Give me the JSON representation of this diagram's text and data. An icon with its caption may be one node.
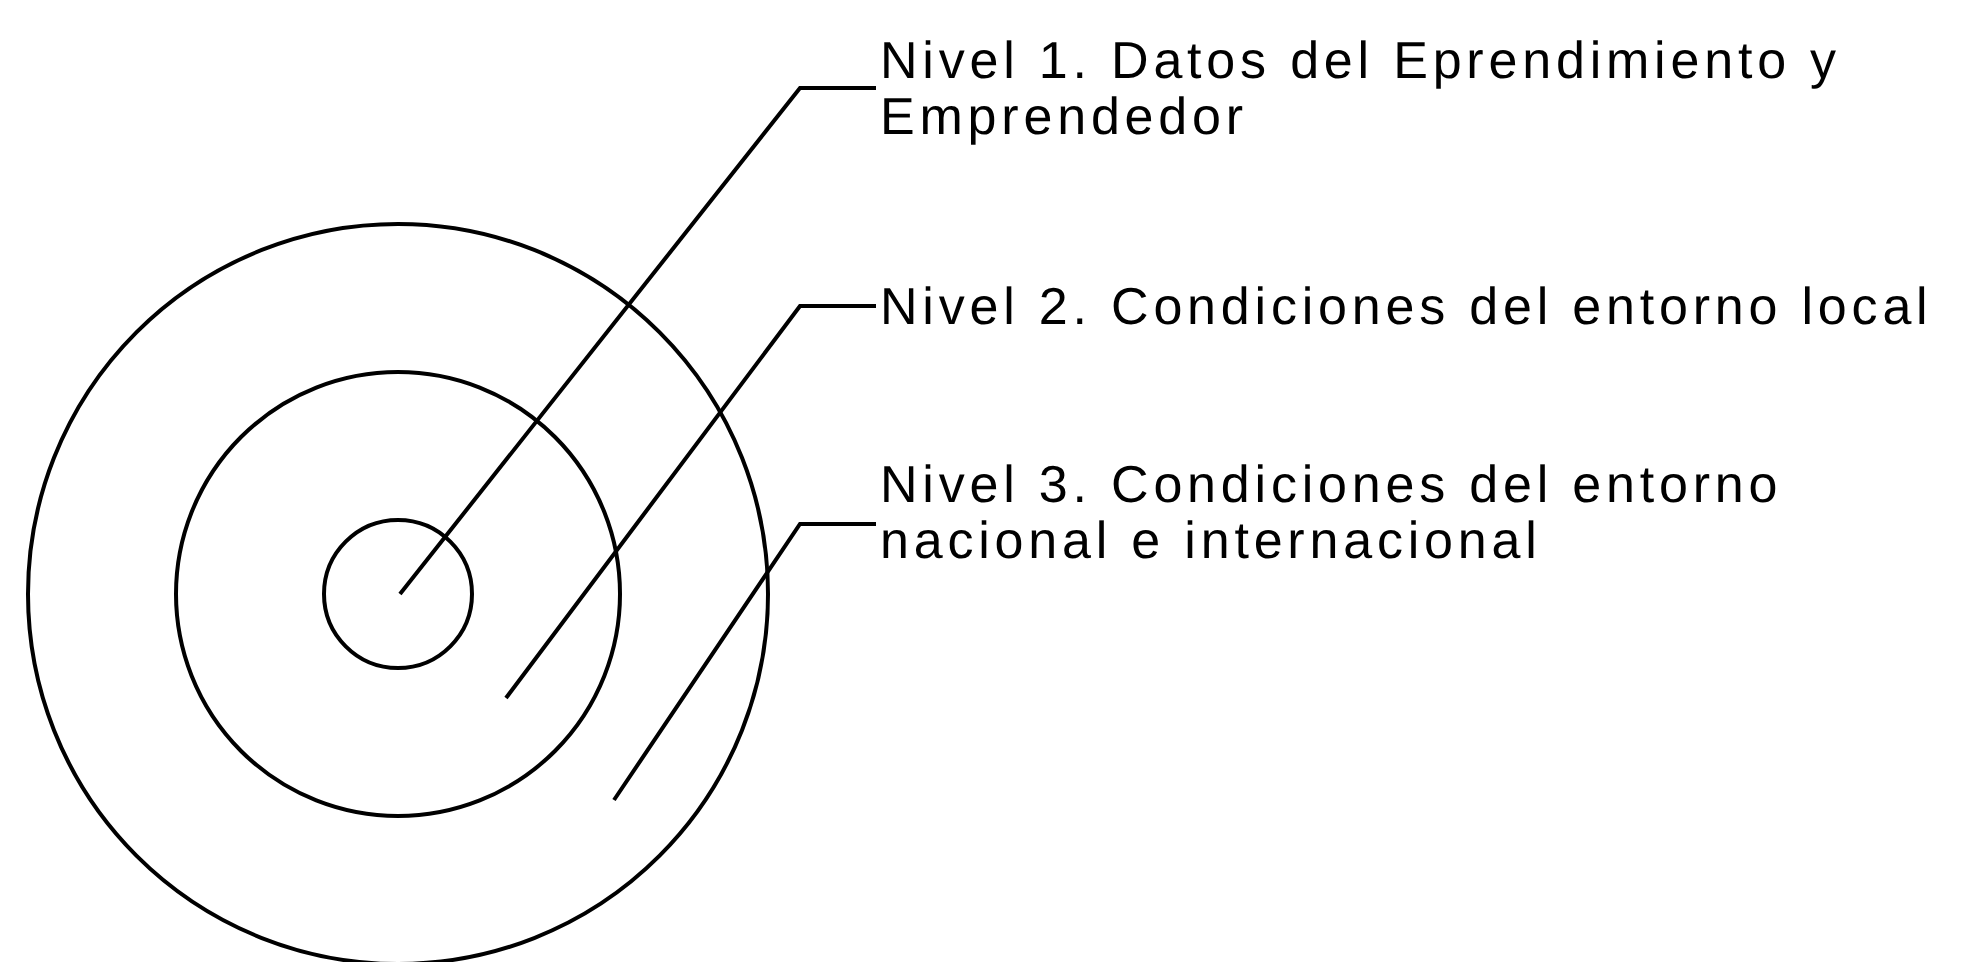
{
  "diagram": {
    "nodes": [
      {
        "text": [],
        "shape": "circle"
      },
      {
        "text": [],
        "shape": "circle",
        "in": 0
      },
      {
        "text": [],
        "shape": "circle",
        "in": 1
      },
      {
        "text": [
          "Nivel 1. Datos del Eprendimiento y Emprendedor"
        ]
      },
      {
        "text": [
          "Nivel 2. Condiciones del entorno local"
        ]
      },
      {
        "text": [
          "Nivel 3. Condiciones del entorno nacional e internacional"
        ]
      }
    ],
    "edges": [
      {
        "from": 3,
        "to": 2,
        "arrow": "none"
      },
      {
        "from": 4,
        "to": 1,
        "arrow": "none"
      },
      {
        "from": 5,
        "to": 0,
        "arrow": "none"
      }
    ]
  }
}
